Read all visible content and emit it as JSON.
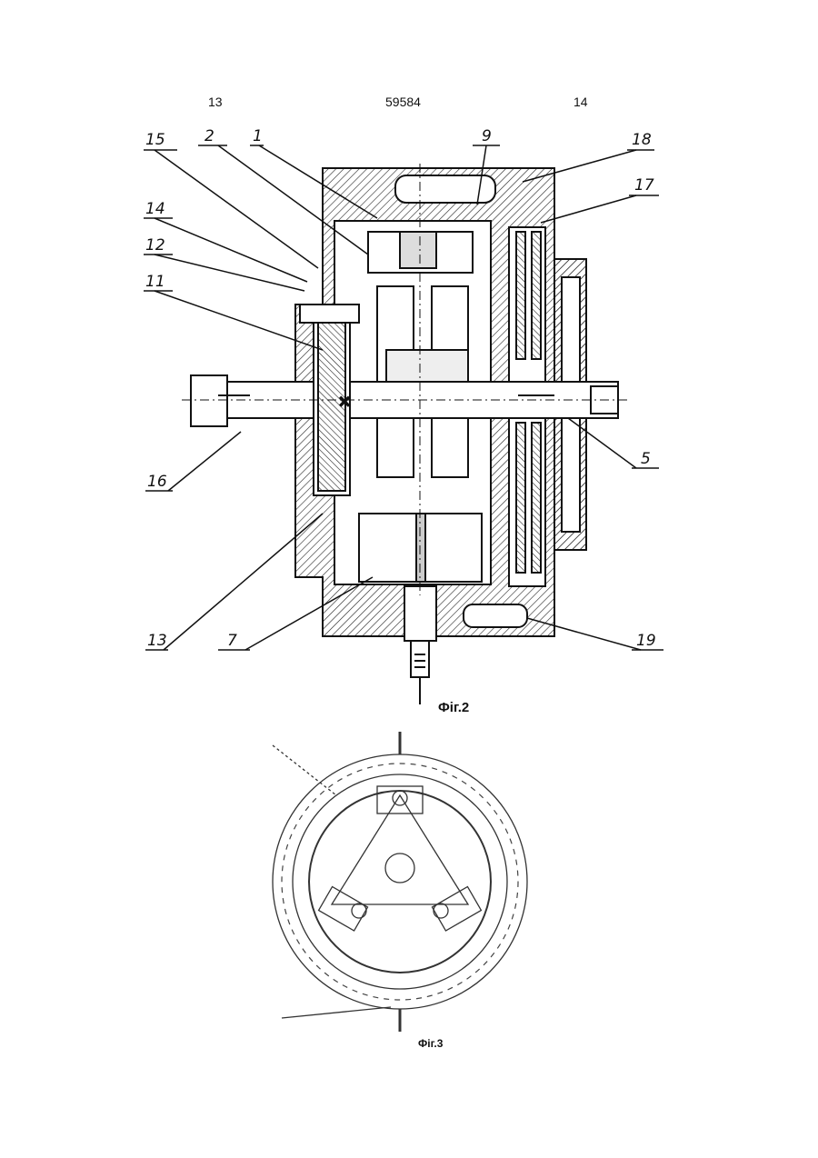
{
  "header": {
    "left_page": "13",
    "patent_number": "59584",
    "right_page": "14"
  },
  "figure2": {
    "caption": "Фіг.2",
    "callouts": [
      "15",
      "2",
      "1",
      "9",
      "18",
      "17",
      "14",
      "12",
      "11",
      "16",
      "5",
      "13",
      "7",
      "19"
    ]
  },
  "figure3": {
    "caption": "Фіг.3"
  }
}
